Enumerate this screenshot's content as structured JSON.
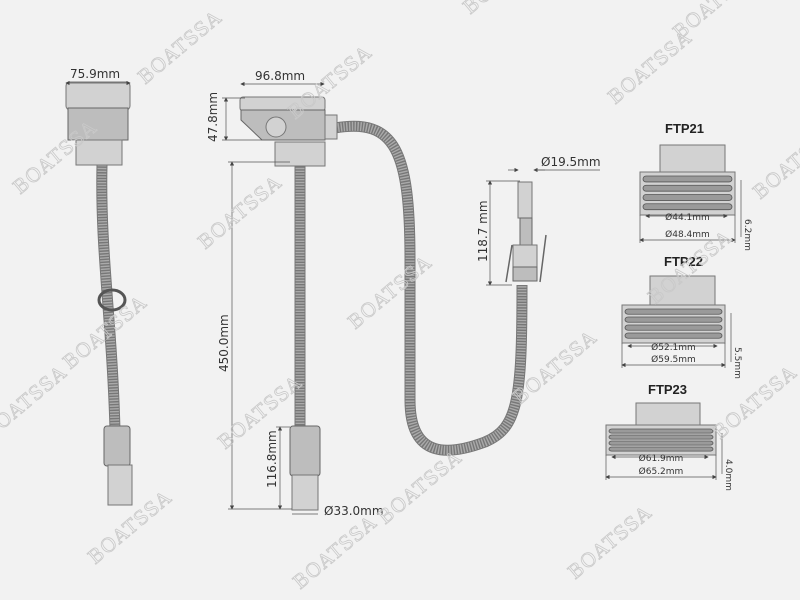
{
  "watermark": "BOATSSA",
  "left_pump": {
    "width_label": "75.9mm"
  },
  "main_pump": {
    "width_label": "96.8mm",
    "height_label": "47.8mm",
    "length_label": "450.0mm",
    "float_length_label": "116.8mm",
    "float_diameter_label": "Ø33.0mm"
  },
  "nozzle": {
    "diameter_label": "Ø19.5mm",
    "length_label": "118.7 mm"
  },
  "adapters": [
    {
      "name": "FTP21",
      "inner_label": "Ø44.1mm",
      "outer_label": "Ø48.4mm",
      "pitch_label": "6.2mm"
    },
    {
      "name": "FTP22",
      "inner_label": "Ø52.1mm",
      "outer_label": "Ø59.5mm",
      "pitch_label": "5.5mm"
    },
    {
      "name": "FTP23",
      "inner_label": "Ø61.9mm",
      "outer_label": "Ø65.2mm",
      "pitch_label": "4.0mm"
    }
  ]
}
